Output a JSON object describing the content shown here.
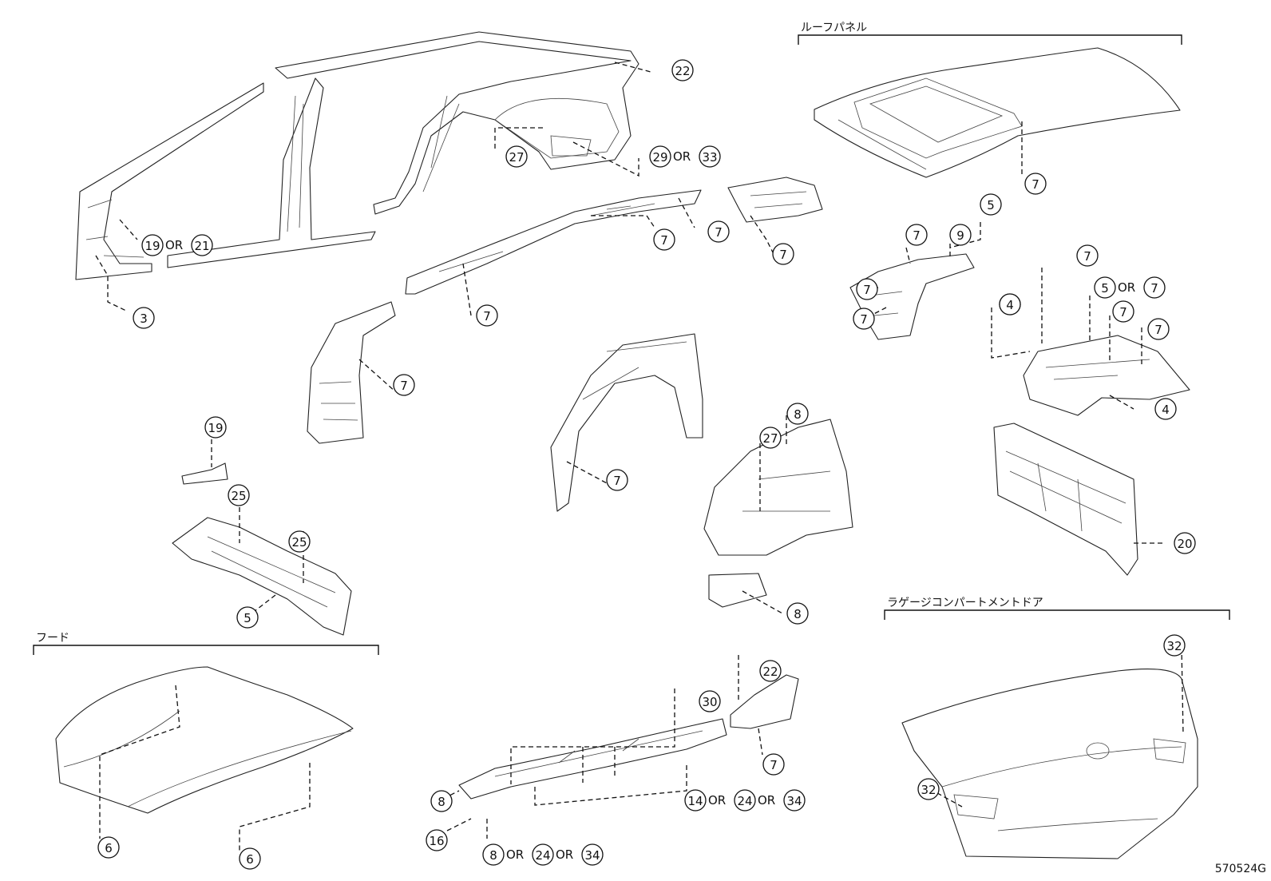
{
  "groups": {
    "roof_panel": "ルーフパネル",
    "hood": "フード",
    "luggage_door": "ラゲージコンパートメントドア"
  },
  "diagram_code": "570524G",
  "callouts": [
    {
      "id": "c1",
      "parts": [
        "22"
      ]
    },
    {
      "id": "c2",
      "parts": [
        "27"
      ]
    },
    {
      "id": "c3",
      "parts": [
        "29",
        "33"
      ]
    },
    {
      "id": "c4",
      "parts": [
        "19",
        "21"
      ]
    },
    {
      "id": "c5",
      "parts": [
        "3"
      ]
    },
    {
      "id": "c6",
      "parts": [
        "7"
      ]
    },
    {
      "id": "c7",
      "parts": [
        "7"
      ]
    },
    {
      "id": "c8",
      "parts": [
        "7"
      ]
    },
    {
      "id": "c9",
      "parts": [
        "7"
      ]
    },
    {
      "id": "c10",
      "parts": [
        "5"
      ]
    },
    {
      "id": "c11",
      "parts": [
        "9"
      ]
    },
    {
      "id": "c12",
      "parts": [
        "7"
      ]
    },
    {
      "id": "c13",
      "parts": [
        "7"
      ]
    },
    {
      "id": "c14",
      "parts": [
        "7"
      ]
    },
    {
      "id": "c15",
      "parts": [
        "7"
      ]
    },
    {
      "id": "c16",
      "parts": [
        "5",
        "7"
      ]
    },
    {
      "id": "c17",
      "parts": [
        "7"
      ]
    },
    {
      "id": "c18",
      "parts": [
        "4"
      ]
    },
    {
      "id": "c19",
      "parts": [
        "7"
      ]
    },
    {
      "id": "c20",
      "parts": [
        "7"
      ]
    },
    {
      "id": "c21",
      "parts": [
        "4"
      ]
    },
    {
      "id": "c22",
      "parts": [
        "7"
      ]
    },
    {
      "id": "c23",
      "parts": [
        "7"
      ]
    },
    {
      "id": "c24",
      "parts": [
        "19"
      ]
    },
    {
      "id": "c25",
      "parts": [
        "25"
      ]
    },
    {
      "id": "c26",
      "parts": [
        "25"
      ]
    },
    {
      "id": "c27",
      "parts": [
        "5"
      ]
    },
    {
      "id": "c28",
      "parts": [
        "7"
      ]
    },
    {
      "id": "c29",
      "parts": [
        "8"
      ]
    },
    {
      "id": "c30",
      "parts": [
        "27"
      ]
    },
    {
      "id": "c31",
      "parts": [
        "8"
      ]
    },
    {
      "id": "c32",
      "parts": [
        "20"
      ]
    },
    {
      "id": "c33",
      "parts": [
        "6"
      ]
    },
    {
      "id": "c34",
      "parts": [
        "6"
      ]
    },
    {
      "id": "c35",
      "parts": [
        "22"
      ]
    },
    {
      "id": "c36",
      "parts": [
        "30"
      ]
    },
    {
      "id": "c37",
      "parts": [
        "7"
      ]
    },
    {
      "id": "c38",
      "parts": [
        "8"
      ]
    },
    {
      "id": "c39",
      "parts": [
        "16"
      ]
    },
    {
      "id": "c40",
      "parts": [
        "8",
        "24",
        "34"
      ]
    },
    {
      "id": "c41",
      "parts": [
        "14",
        "24",
        "34"
      ]
    },
    {
      "id": "c42",
      "parts": [
        "32"
      ]
    },
    {
      "id": "c43",
      "parts": [
        "32"
      ]
    }
  ],
  "or_word": "OR"
}
